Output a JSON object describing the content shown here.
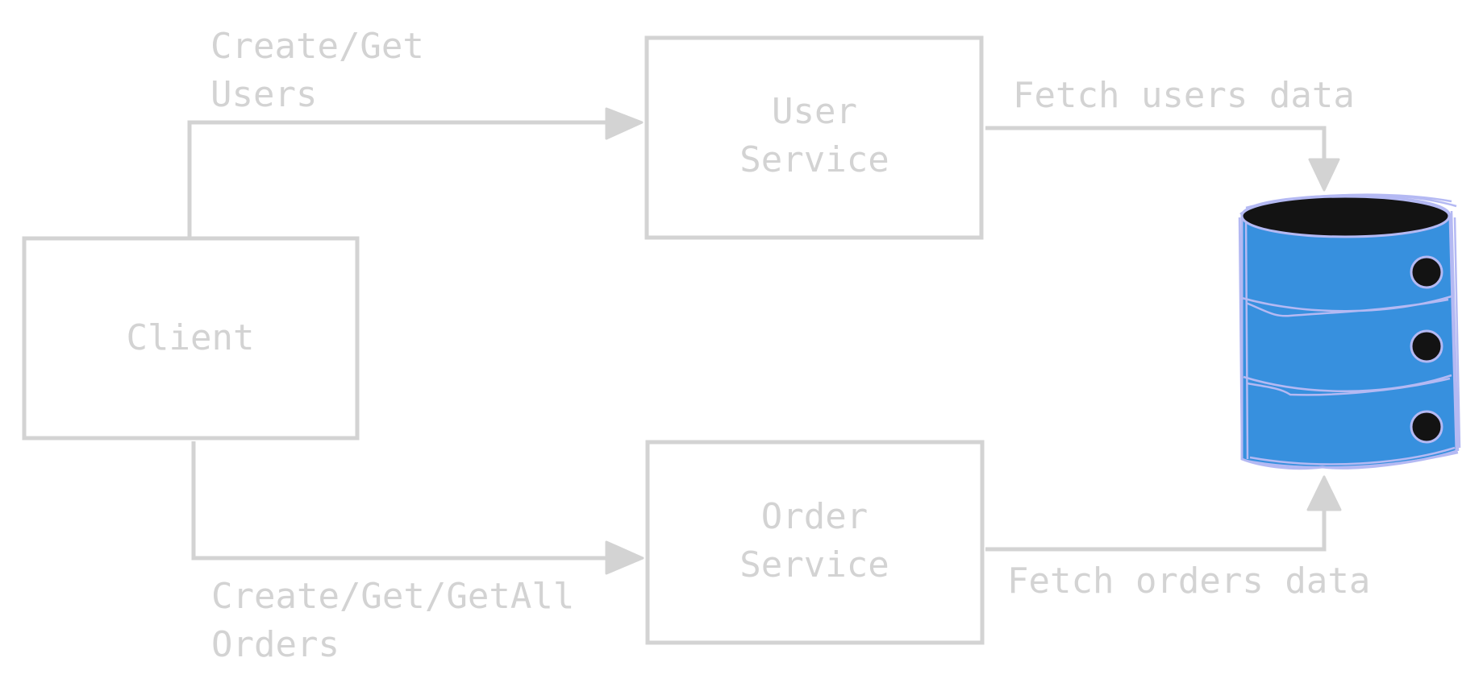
{
  "nodes": {
    "client": {
      "label": "Client"
    },
    "user_service": {
      "line1": "User",
      "line2": "Service"
    },
    "order_service": {
      "line1": "Order",
      "line2": "Service"
    },
    "database": {
      "icon": "database-icon"
    }
  },
  "edges": {
    "client_to_user": {
      "line1": "Create/Get",
      "line2": "Users"
    },
    "client_to_order": {
      "line1": "Create/Get/GetAll",
      "line2": "Orders"
    },
    "user_to_db": {
      "label": "Fetch users data"
    },
    "order_to_db": {
      "label": "Fetch orders data"
    }
  },
  "colors": {
    "stroke": "#d3d3d3",
    "text": "#d3d3d3",
    "database_fill": "#3790de",
    "database_outline": "#b4b9f3",
    "database_dark": "#131313",
    "background": "#ffffff"
  }
}
